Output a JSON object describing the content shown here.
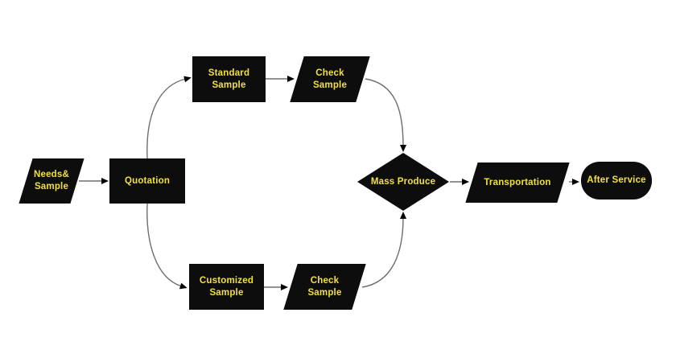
{
  "diagram": {
    "colors": {
      "background": "#ffffff",
      "node_fill": "#0d0d0d",
      "label_color": "#f2e13c",
      "connector_color": "#6e6e6e",
      "arrowhead_color": "#000000"
    },
    "nodes": {
      "needs_sample": {
        "label": "Needs&\nSample",
        "shape": "parallelogram"
      },
      "quotation": {
        "label": "Quotation",
        "shape": "rectangle"
      },
      "standard_sample": {
        "label": "Standard\nSample",
        "shape": "rectangle"
      },
      "check_sample_top": {
        "label": "Check\nSample",
        "shape": "parallelogram"
      },
      "customized_sample": {
        "label": "Customized\nSample",
        "shape": "rectangle"
      },
      "check_sample_bottom": {
        "label": "Check\nSample",
        "shape": "parallelogram"
      },
      "mass_produce": {
        "label": "Mass Produce",
        "shape": "diamond"
      },
      "transportation": {
        "label": "Transportation",
        "shape": "parallelogram"
      },
      "after_service": {
        "label": "After Service",
        "shape": "stadium"
      }
    }
  }
}
